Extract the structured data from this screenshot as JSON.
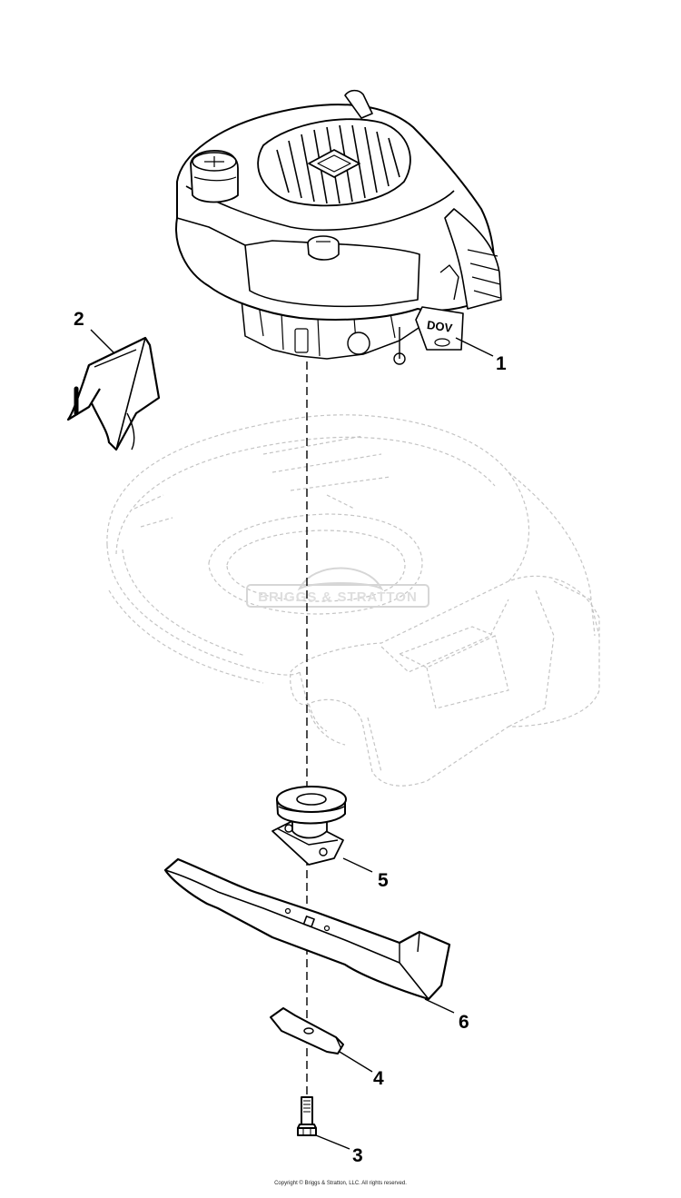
{
  "diagram": {
    "callouts": [
      {
        "id": "engine",
        "label": "1"
      },
      {
        "id": "shield",
        "label": "2"
      },
      {
        "id": "bolt",
        "label": "3"
      },
      {
        "id": "plate",
        "label": "4"
      },
      {
        "id": "adapter",
        "label": "5"
      },
      {
        "id": "blade",
        "label": "6"
      }
    ],
    "engine_badge": "DOV",
    "watermark": "BRIGGS & STRATTON",
    "copyright": "Copyright © Briggs & Stratton, LLC. All rights reserved."
  },
  "colors": {
    "line": "#000000",
    "ghost": "#c8c8c8",
    "watermark": "#e2e2e2"
  }
}
